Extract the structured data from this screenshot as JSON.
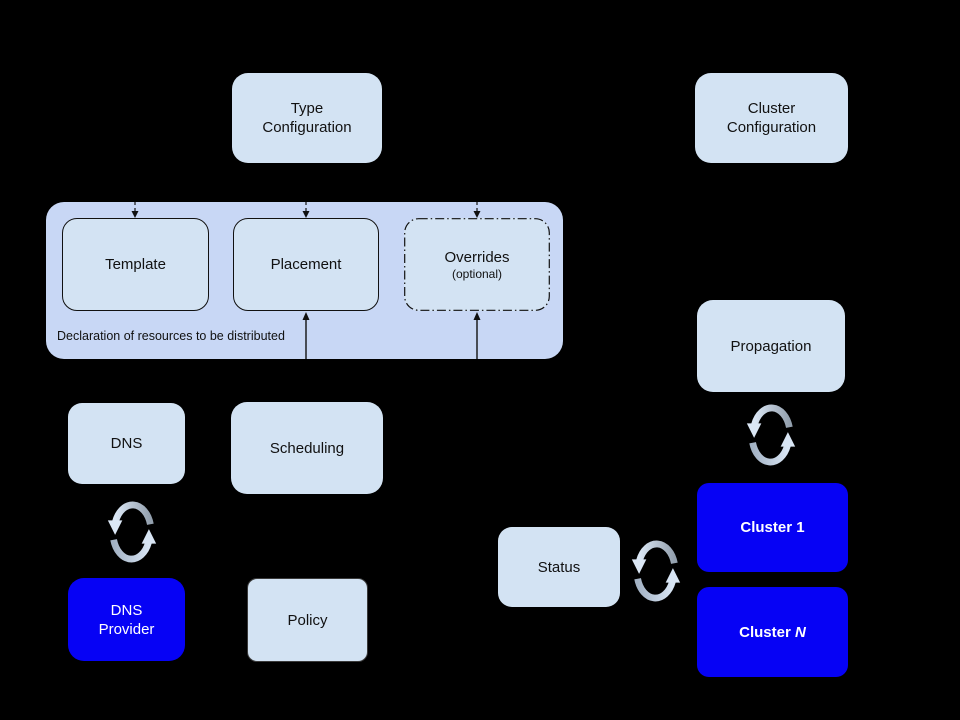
{
  "colors": {
    "background": "#000000",
    "node_fill_light": "#d3e3f3",
    "container_fill": "#c8d7f5",
    "node_fill_blue": "#0602f5",
    "node_text_dark": "#111111",
    "node_text_light": "#ffffff",
    "cycle_icon_light": "#dbe7f5",
    "cycle_icon_gray": "#93a0ae"
  },
  "nodes": {
    "type_configuration": {
      "label": "Type\nConfiguration"
    },
    "cluster_configuration": {
      "label": "Cluster\nConfiguration"
    },
    "template": {
      "label": "Template"
    },
    "placement": {
      "label": "Placement"
    },
    "overrides": {
      "label": "Overrides",
      "sublabel": "(optional)"
    },
    "dns": {
      "label": "DNS"
    },
    "scheduling": {
      "label": "Scheduling"
    },
    "dns_provider": {
      "label": "DNS\nProvider"
    },
    "policy": {
      "label": "Policy"
    },
    "propagation": {
      "label": "Propagation"
    },
    "status": {
      "label": "Status"
    },
    "cluster_1": {
      "label": "Cluster 1"
    },
    "cluster_n": {
      "label_prefix": "Cluster",
      "label_italic": "N"
    }
  },
  "container": {
    "caption": "Declaration of resources to be distributed"
  }
}
